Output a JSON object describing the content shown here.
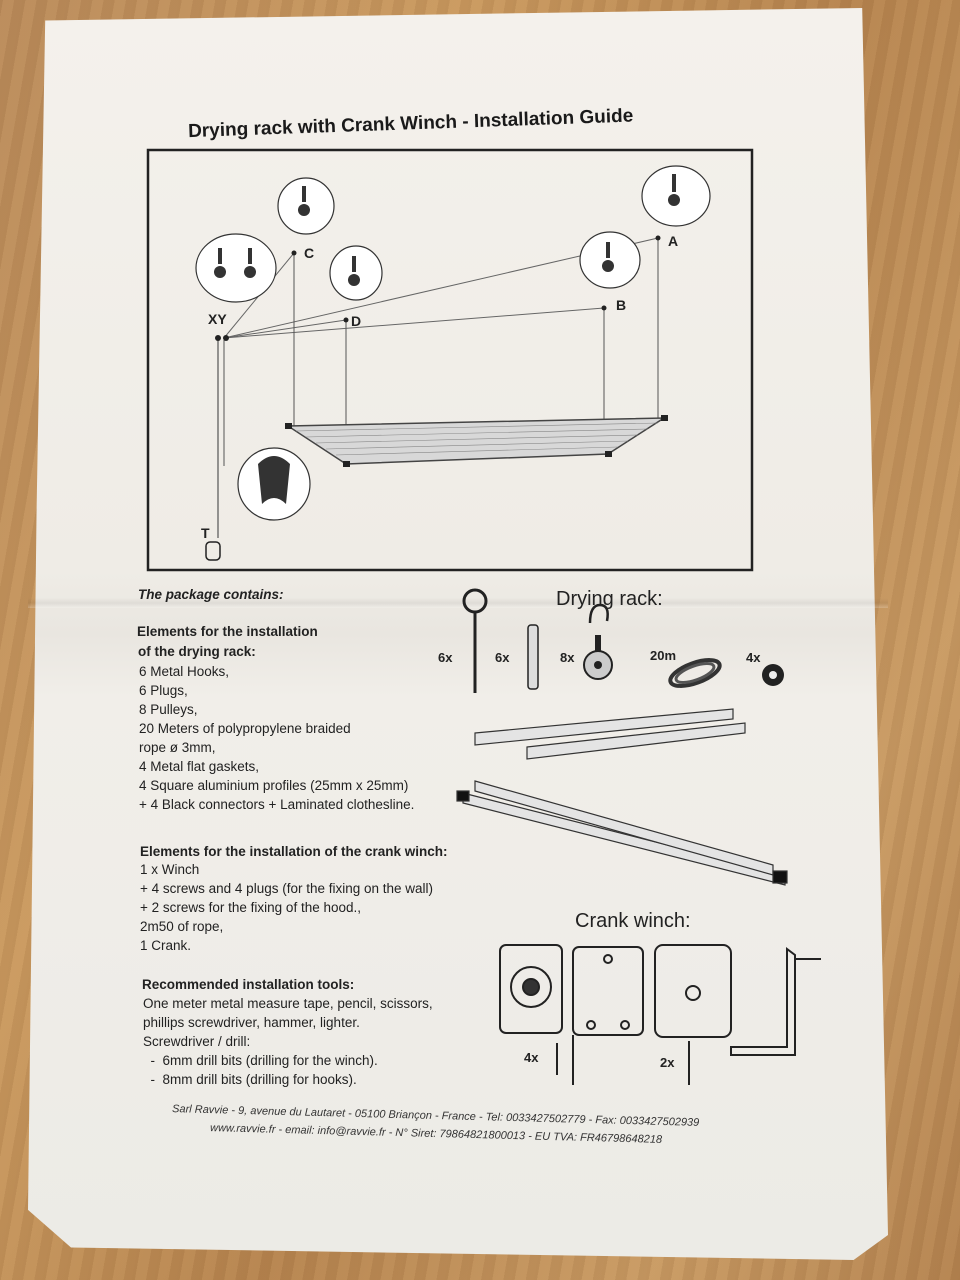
{
  "title": "Drying rack with Crank Winch - Installation Guide",
  "diagram_labels": {
    "a": "A",
    "b": "B",
    "c": "C",
    "d": "D",
    "xy": "XY",
    "t": "T"
  },
  "package_heading": "The package contains:",
  "drying_rack_heading": "Drying rack:",
  "crank_winch_heading": "Crank winch:",
  "rack_elements": {
    "heading_line1": "Elements for the installation",
    "heading_line2": "of the drying rack:",
    "items": [
      "6 Metal Hooks,",
      "6 Plugs,",
      "8 Pulleys,",
      "20 Meters of polypropylene braided",
      "rope ø 3mm,",
      "4 Metal flat gaskets,",
      "4 Square aluminium profiles (25mm x 25mm)",
      "+ 4 Black connectors + Laminated clothesline."
    ]
  },
  "winch_elements": {
    "heading": "Elements for the installation of the crank winch:",
    "items": [
      "1 x Winch",
      "+ 4 screws and 4 plugs (for the fixing on the wall)",
      "+ 2 screws for the fixing of the hood.,",
      "2m50 of rope,",
      "1 Crank."
    ]
  },
  "tools": {
    "heading": "Recommended installation tools:",
    "items": [
      "One meter metal measure tape, pencil, scissors,",
      "phillips screwdriver, hammer, lighter.",
      "Screwdriver / drill:",
      "  -  6mm drill bits (drilling for the winch).",
      "  -  8mm drill bits (drilling for hooks)."
    ]
  },
  "quantities": {
    "hooks": "6x",
    "plugs": "6x",
    "pulleys": "8x",
    "rope": "20m",
    "gaskets": "4x",
    "winch_screws": "4x",
    "hood_screws": "2x"
  },
  "footer": {
    "line1": "Sarl Ravvie - 9, avenue du Lautaret - 05100 Briançon - France - Tel: 0033427502779 - Fax: 0033427502939",
    "line2": "www.ravvie.fr - email: info@ravvie.fr - N° Siret: 79864821800013 - EU TVA: FR46798648218"
  },
  "colors": {
    "paper": "#f1eee9",
    "ink": "#222222",
    "wood": "#c0905a"
  }
}
